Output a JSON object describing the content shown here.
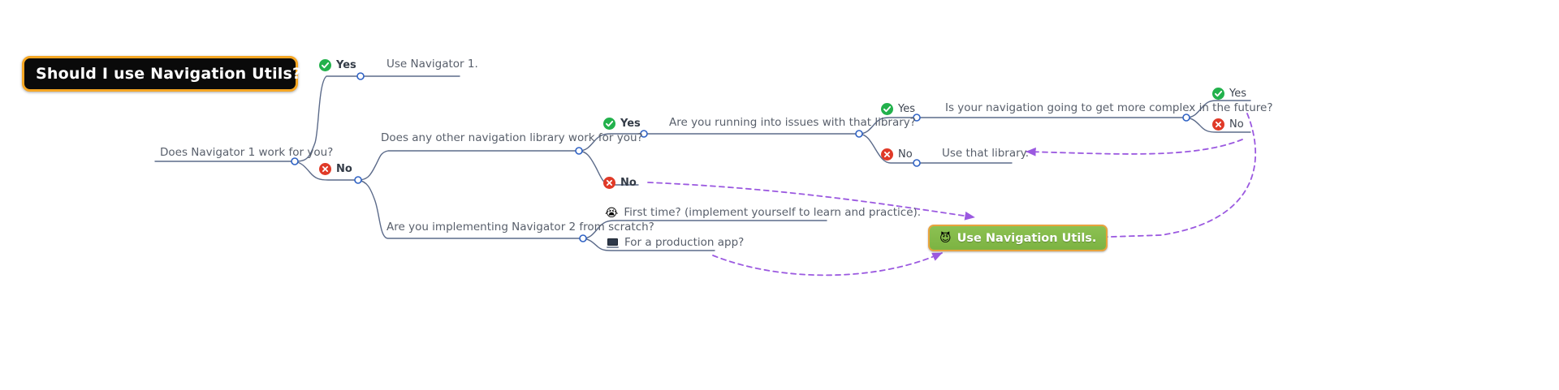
{
  "diagram": {
    "title": "Should I use Navigation Utils?",
    "type": "decision-flowchart-mindmap",
    "colors": {
      "root_background": "#0a0a0a",
      "root_border": "#f5a623",
      "root_text": "#ffffff",
      "goal_background": "#8bbf4d",
      "goal_border": "#e8a33d",
      "goal_text": "#ffffff",
      "branch_line": "#5c6b8a",
      "node_dot": "#2f62c4",
      "label_text": "#585f6b",
      "yes_badge": "#22b14c",
      "no_badge": "#e03a28",
      "jump_arrow": "#9b59e0"
    },
    "root": {
      "label": "Should I use Navigation Utils?"
    },
    "goal": {
      "emoji": "smiling-imp-emoji",
      "emoji_char": "😈",
      "label": "Use Navigation Utils."
    },
    "questions": [
      {
        "id": "q1",
        "label": "Does Navigator 1 work for you?"
      },
      {
        "id": "q2",
        "label": "Does any other navigation library work for you?"
      },
      {
        "id": "q3",
        "label": "Are you running into issues with that library?"
      },
      {
        "id": "q4",
        "label": "Is your navigation going to get more complex in the future?"
      },
      {
        "id": "q5",
        "label": "Are you implementing Navigator 2 from scratch?"
      }
    ],
    "answers": [
      {
        "id": "a1-yes",
        "icon": "check-circle-icon",
        "text": "Yes",
        "bold": true
      },
      {
        "id": "a1-no",
        "icon": "x-circle-icon",
        "text": "No",
        "bold": true
      },
      {
        "id": "a2-yes",
        "icon": "check-circle-icon",
        "text": "Yes",
        "bold": true
      },
      {
        "id": "a2-no",
        "icon": "x-circle-icon",
        "text": "No",
        "bold": true
      },
      {
        "id": "a3-yes",
        "icon": "check-circle-icon",
        "text": "Yes",
        "bold": false
      },
      {
        "id": "a3-no",
        "icon": "x-circle-icon",
        "text": "No",
        "bold": false
      },
      {
        "id": "a4-yes",
        "icon": "check-circle-icon",
        "text": "Yes",
        "bold": false
      },
      {
        "id": "a4-no",
        "icon": "x-circle-icon",
        "text": "No",
        "bold": false
      }
    ],
    "outcomes": [
      {
        "id": "o1",
        "label": "Use Navigator 1."
      },
      {
        "id": "o2",
        "label": "Use that library."
      }
    ],
    "options": [
      {
        "id": "opt1",
        "emoji": "sob-emoji",
        "emoji_char": "😭",
        "label": "First time? (implement yourself to learn and practice)."
      },
      {
        "id": "opt2",
        "emoji": "laptop-icon",
        "emoji_char": "💻",
        "label": "For a production app?"
      }
    ]
  }
}
